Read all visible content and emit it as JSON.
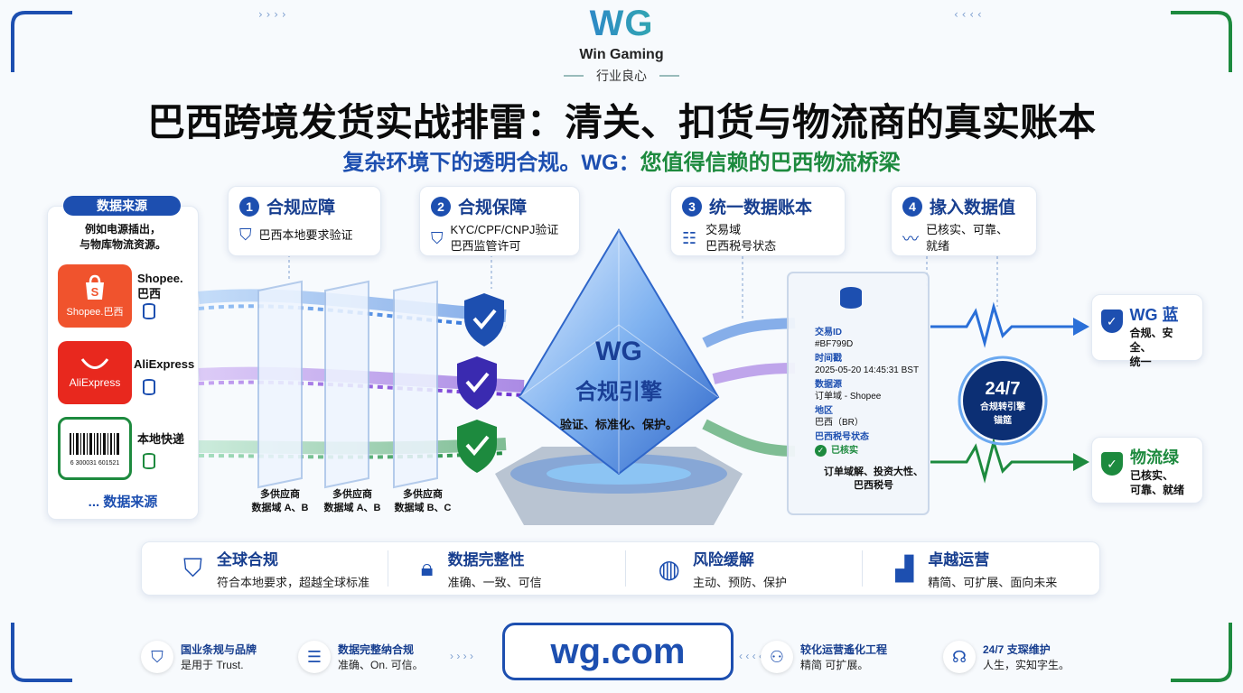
{
  "brand": {
    "logo": "WG",
    "name": "Win Gaming",
    "tagline": "行业良心"
  },
  "title": "巴西跨境发货实战排雷：清关、扣货与物流商的真实账本",
  "subtitle": {
    "part1": "复杂环境下的透明合规。",
    "part2": "WG：",
    "part3": "您值得信赖的巴西物流桥梁"
  },
  "sources": {
    "header": "数据来源",
    "desc": "例如电源插出，\n与物库物流资源。",
    "items": [
      {
        "logo_text": "Shopee.巴西",
        "label": "Shopee.\n巴西",
        "color": "#f0532d"
      },
      {
        "logo_text": "AliExpress",
        "label": "AliExpress",
        "color": "#e8281e"
      },
      {
        "logo_text": "6 300031 601521",
        "label": "本地快递",
        "color": "#1d8a3e"
      }
    ],
    "more": "... 数据来源"
  },
  "steps": [
    {
      "num": "1",
      "title": "合规应障",
      "lines": [
        "巴西本地要求验证"
      ],
      "icon": "shield-check-icon"
    },
    {
      "num": "2",
      "title": "合规保障",
      "lines": [
        "KYC/CPF/CNPJ验证",
        "巴西监管许可"
      ],
      "icon": "shield-check-icon"
    },
    {
      "num": "3",
      "title": "统一数据账本",
      "lines": [
        "交易域",
        "巴西税号状态"
      ],
      "icon": "ledger-icon"
    },
    {
      "num": "4",
      "title": "掾入数据值",
      "lines": [
        "已核实、可靠、",
        "就绪"
      ],
      "icon": "pulse-icon"
    }
  ],
  "panels": [
    {
      "label": "多供应商\n数据域 A、B"
    },
    {
      "label": "多供应商\n数据域 A、B"
    },
    {
      "label": "多供应商\n数据域 B、C"
    }
  ],
  "engine": {
    "logo": "WG",
    "name": "合规引擎",
    "desc": "验证、标准化、保护。"
  },
  "ledger": {
    "fields": [
      {
        "k": "交易ID",
        "v": "#BF799D"
      },
      {
        "k": "时间戳",
        "v": "2025-05-20 14:45:31 BST"
      },
      {
        "k": "数据源",
        "v": "订单域 - Shopee"
      },
      {
        "k": "地区",
        "v": "巴西（BR）"
      },
      {
        "k": "巴西税号状态",
        "v": "已核实"
      }
    ],
    "footer": "订单域解、投资大性、\n巴西税号"
  },
  "badge": {
    "big": "24/7",
    "line1": "合规转引擎",
    "line2": "锚筵"
  },
  "outputs": [
    {
      "title": "WG 蓝",
      "sub": "合规、安全、\n统一",
      "color": "#1d4fb0"
    },
    {
      "title": "物流绿",
      "sub": "已核实、\n可靠、就绪",
      "color": "#1d8a3e"
    }
  ],
  "features": [
    {
      "title": "全球合规",
      "sub": "符合本地要求，超越全球标准",
      "icon": "shield-check-icon"
    },
    {
      "title": "数据完整性",
      "sub": "准确、一致、可信",
      "icon": "lock-icon"
    },
    {
      "title": "风险缓解",
      "sub": "主动、预防、保护",
      "icon": "globe-icon"
    },
    {
      "title": "卓越运营",
      "sub": "精简、可扩展、面向未来",
      "icon": "bar-chart-icon"
    }
  ],
  "footer": {
    "left": [
      {
        "title": "国业条规与品牌",
        "sub": "是用于 Trust.",
        "icon": "shield-icon"
      },
      {
        "title": "数据完整纳合规",
        "sub": "准确、On. 可信。",
        "icon": "server-icon"
      }
    ],
    "url": "wg.com",
    "right": [
      {
        "title": "较化运营遙化工程",
        "sub": "精简 可扩展。",
        "icon": "network-icon"
      },
      {
        "title": "24/7 支琛维护",
        "sub": "人生，实知字生。",
        "icon": "headset-icon"
      }
    ]
  },
  "colors": {
    "blue": "#1d4fb0",
    "green": "#1d8a3e",
    "purple": "#7b3fd4",
    "teal": "#35b8a8"
  }
}
